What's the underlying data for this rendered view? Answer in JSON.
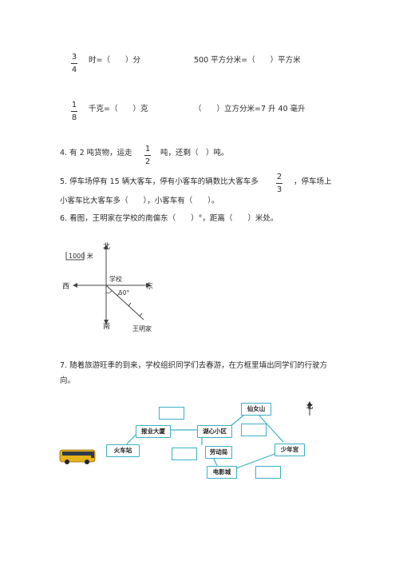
{
  "q1": {
    "frac": {
      "num": "3",
      "den": "4"
    },
    "left_text": "时=（　　）分",
    "right_text": "500 平方分米=（　　）平方米"
  },
  "q2": {
    "frac": {
      "num": "1",
      "den": "8"
    },
    "left_text": "千克=（　　）克",
    "right_text": "（　　）立方分米=7 升 40 毫升"
  },
  "q4": {
    "part1": "4. 有 2 吨货物，运走",
    "frac": {
      "num": "1",
      "den": "2"
    },
    "part2": "吨，还剩（　）吨。"
  },
  "q5": {
    "part1": "5. 停车场停有 15 辆大客车，停有小客车的辆数比大客车多",
    "frac": {
      "num": "2",
      "den": "3"
    },
    "part2": "，停车场上",
    "line2": "小客车比大客车多（　　），小客车有（　　）。"
  },
  "q6": {
    "text": "6. 看图，王明家在学校的南偏东（　　）°，距离（　　）米处。",
    "diagram": {
      "north": "北",
      "south": "南",
      "east": "东",
      "west": "西",
      "scale": "1000 米",
      "school": "学校",
      "angle": "50°",
      "home": "王明家"
    }
  },
  "q7": {
    "line1": "7. 随着旅游旺季的到来，学校组织同学们去春游，在方框里填出同学们的行驶方",
    "line2": "向。",
    "map": {
      "station": "火车站",
      "building": "报业大厦",
      "center": "湖心小区",
      "labor": "劳动局",
      "cinema": "电影城",
      "mountain": "仙女山",
      "palace": "少年宫",
      "north": "北"
    }
  },
  "colors": {
    "box_border": "#3bb0c4",
    "line": "#3bb0c4",
    "bus_yellow": "#e8b21a"
  }
}
